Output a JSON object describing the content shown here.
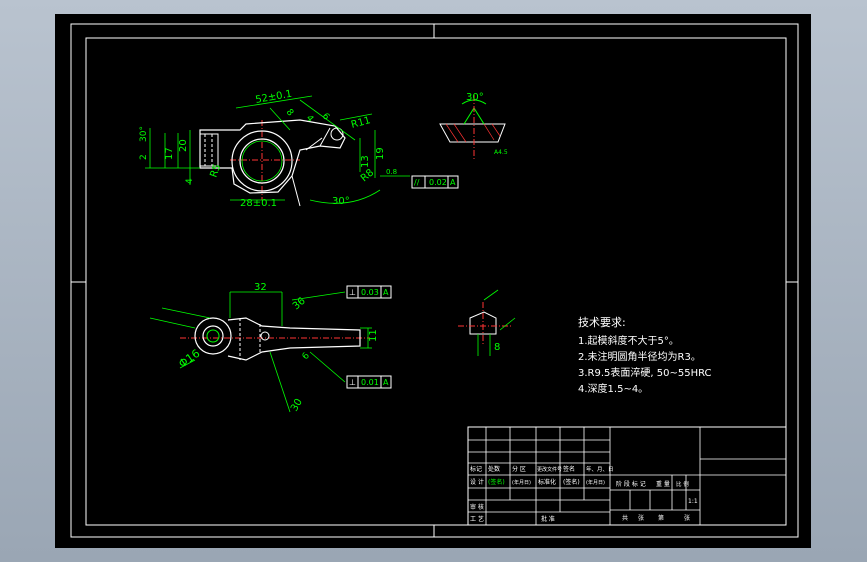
{
  "colors": {
    "background": "#000000",
    "frame": "#ffffff",
    "part_outline": "#ffffff",
    "dimension": "#00ff00",
    "centerline": "#ff3333",
    "note_text": "#ffffff"
  },
  "views": {
    "front": {
      "dims": {
        "d52": "52±0.1",
        "d28": "28±0.1",
        "d2": "2",
        "d30deg": "30°",
        "d17": "17",
        "d20": "20",
        "r5": "R5",
        "d4": "4",
        "d19": "19",
        "r11": "R11",
        "d13": "13",
        "r8": "R8",
        "d30deg_arc": "30°",
        "d4b": "4",
        "d6": "6",
        "d8": "8",
        "d0_8": "0.8"
      },
      "tolerance": {
        "symbol": "//",
        "value": "0.02",
        "datum": "A"
      }
    },
    "detail_top": {
      "angle": "30°",
      "label": "A4.5"
    },
    "bottom": {
      "dims": {
        "d32": "32",
        "d16": "Φ16",
        "d36": "36",
        "d11": "11",
        "d30": "30",
        "d6": "6"
      },
      "tolerance_top": {
        "symbol": "⊥",
        "value": "0.03",
        "datum": "A"
      },
      "tolerance_bottom": {
        "symbol": "⊥",
        "value": "0.01",
        "datum": "A"
      }
    },
    "detail_small": {
      "d8": "8"
    }
  },
  "notes": {
    "heading": "技术要求:",
    "items": [
      "1.起模斜度不大于5°。",
      "2.未注明圆角半径均为R3。",
      "3.R9.5表面淬硬, 50~55HRC",
      "4.深度1.5~4。"
    ]
  },
  "title_block": {
    "header_row": [
      "标记",
      "处数",
      "分 区",
      "更改文件号",
      "签名",
      "年、月、日"
    ],
    "design_row": [
      "设 计",
      "(签名)",
      "(年月日)",
      "标准化",
      "(签名)",
      "(年月日)"
    ],
    "stage_labels": [
      "阶 段 标 记",
      "重 量",
      "比 例"
    ],
    "scale": "1:1",
    "review": "审 核",
    "process": "工 艺",
    "approve": "批 准",
    "sheets": [
      "共",
      "张",
      "第",
      "张"
    ]
  }
}
